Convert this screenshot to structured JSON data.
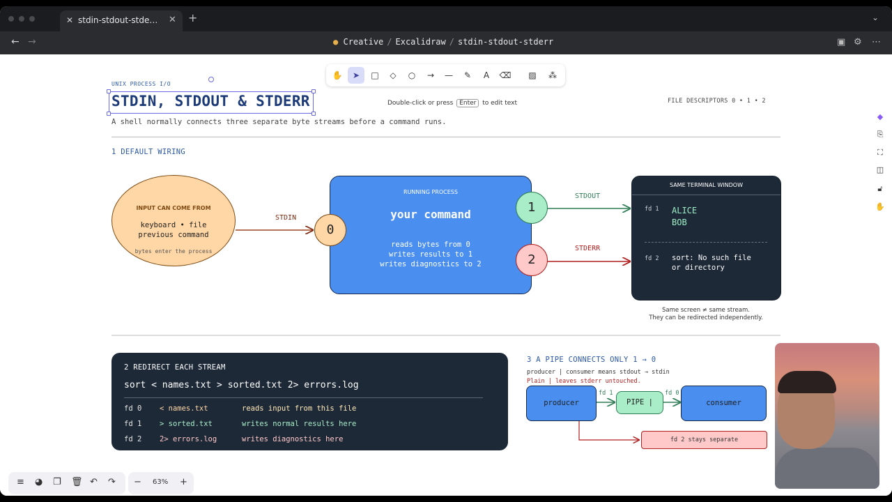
{
  "browser": {
    "tab_title": "stdin-stdout-stde…",
    "tab_close": "✕",
    "new_tab": "+",
    "breadcrumbs": [
      "Creative",
      "Excalidraw",
      "stdin-stdout-stderr"
    ]
  },
  "toolbar": {
    "tools": [
      "hand",
      "selection",
      "rectangle",
      "diamond",
      "ellipse",
      "arrow",
      "line",
      "draw",
      "text",
      "eraser",
      "image",
      "more-tools"
    ],
    "active_tool": "selection",
    "hint_before": "Double-click or press",
    "hint_key": "Enter",
    "hint_after": "to edit text"
  },
  "header": {
    "eyebrow": "UNIX PROCESS I/O",
    "title": "STDIN, STDOUT & STDERR",
    "subtitle": "A shell normally connects three separate byte streams before a command runs.",
    "fd_legend": "FILE DESCRIPTORS  0  •  1  •  2"
  },
  "section1": {
    "heading": "1  DEFAULT WIRING",
    "input": {
      "title": "INPUT CAN COME FROM",
      "line1": "keyboard  •  file",
      "line2": "previous command",
      "note": "bytes enter the process"
    },
    "stdin_label": "STDIN",
    "process": {
      "title": "RUNNING PROCESS",
      "name": "your command",
      "line1": "reads bytes from 0",
      "line2": "writes results to 1",
      "line3": "writes diagnostics to 2"
    },
    "fd0": "0",
    "fd1": "1",
    "fd2": "2",
    "stdout_label": "STDOUT",
    "stderr_label": "STDERR",
    "terminal": {
      "title": "SAME TERMINAL WINDOW",
      "fd1_label": "fd 1",
      "out1": "ALICE",
      "out2": "BOB",
      "fd2_label": "fd 2",
      "err1": "sort: No such file",
      "err2": "or directory"
    },
    "note1": "Same screen ≠ same stream.",
    "note2": "They can be redirected independently."
  },
  "section2": {
    "heading": "2  REDIRECT EACH STREAM",
    "command": "sort < names.txt > sorted.txt 2> errors.log",
    "rows": [
      {
        "fd": "fd 0",
        "redir": "< names.txt",
        "desc": "reads input from this file"
      },
      {
        "fd": "fd 1",
        "redir": "> sorted.txt",
        "desc": "writes normal results here"
      },
      {
        "fd": "fd 2",
        "redir": "2> errors.log",
        "desc": "writes diagnostics here"
      }
    ]
  },
  "section3": {
    "heading": "3  A PIPE CONNECTS ONLY 1 → 0",
    "meaning": "producer | consumer  means  stdout → stdin",
    "note": "Plain | leaves stderr untouched.",
    "producer": "producer",
    "pipe": "PIPE |",
    "consumer": "consumer",
    "fd1_label": "fd 1",
    "fd0_label": "fd 0",
    "fd2_note": "fd 2 stays separate"
  },
  "bottom": {
    "zoom": "63%",
    "zoom_out": "−",
    "zoom_in": "+"
  },
  "colors": {
    "canvas_bg": "#ffffff",
    "process_blue": "#4a8ef0",
    "dark_panel": "#1e2937",
    "input_orange": "#ffd6a5",
    "stdout_green": "#2f7d55",
    "stderr_red": "#b01e1e",
    "pipe_green": "#a8ecc8",
    "title_blue": "#1c3a78"
  }
}
